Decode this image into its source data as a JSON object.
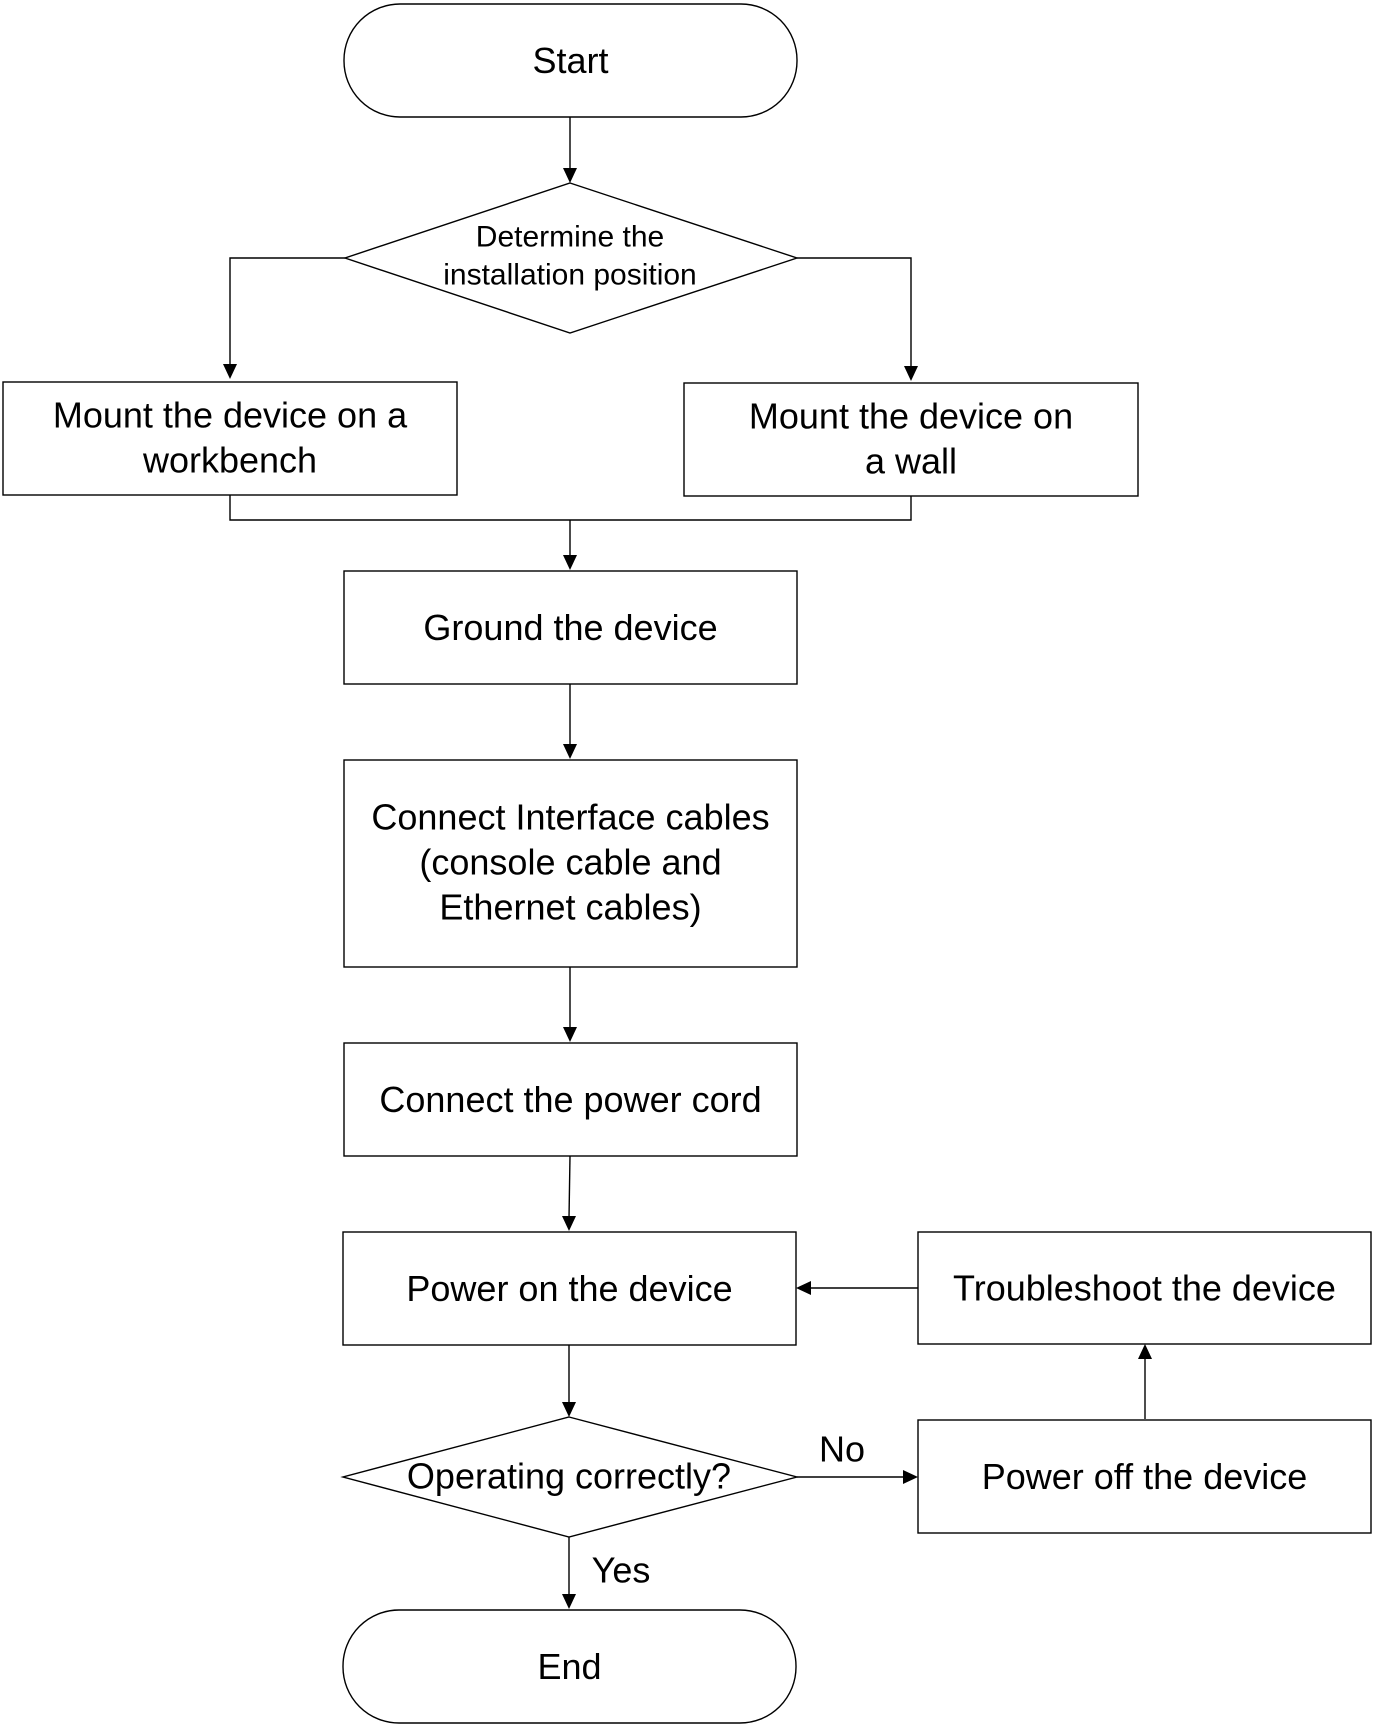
{
  "nodes": {
    "start": "Start",
    "determine_position": [
      "Determine the",
      "installation position"
    ],
    "mount_workbench": [
      "Mount the device on a",
      "workbench"
    ],
    "mount_wall": [
      "Mount the device on",
      "a wall"
    ],
    "ground_device": "Ground the device",
    "connect_cables": [
      "Connect Interface cables",
      "(console cable and",
      "Ethernet cables)"
    ],
    "connect_power_cord": "Connect the power cord",
    "power_on": "Power on the device",
    "operating_correctly": "Operating correctly?",
    "power_off": "Power off the device",
    "troubleshoot": "Troubleshoot the device",
    "end": "End"
  },
  "edge_labels": {
    "no": "No",
    "yes": "Yes"
  }
}
